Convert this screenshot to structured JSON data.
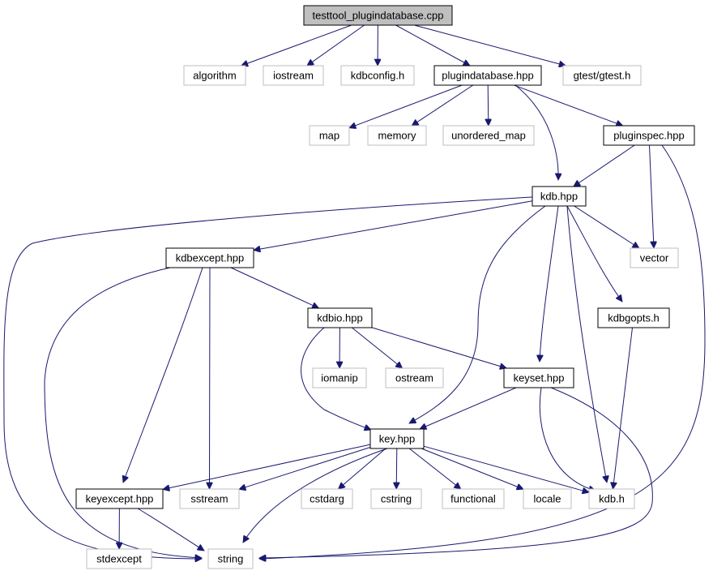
{
  "graph": {
    "colors": {
      "edge": "#191970",
      "root_fill": "#bfbfbf",
      "root_border": "#000000",
      "local_border": "#000000",
      "external_border": "#bfbfbf",
      "label": "#000000"
    },
    "nodes": [
      {
        "id": "root",
        "label": "testtool_plugindatabase.cpp",
        "kind": "root"
      },
      {
        "id": "algorithm",
        "label": "algorithm",
        "kind": "external"
      },
      {
        "id": "iostream",
        "label": "iostream",
        "kind": "external"
      },
      {
        "id": "kdbconfig",
        "label": "kdbconfig.h",
        "kind": "external"
      },
      {
        "id": "plugindatabase",
        "label": "plugindatabase.hpp",
        "kind": "local"
      },
      {
        "id": "gtest",
        "label": "gtest/gtest.h",
        "kind": "external"
      },
      {
        "id": "map",
        "label": "map",
        "kind": "external"
      },
      {
        "id": "memory",
        "label": "memory",
        "kind": "external"
      },
      {
        "id": "unordered_map",
        "label": "unordered_map",
        "kind": "external"
      },
      {
        "id": "pluginspec",
        "label": "pluginspec.hpp",
        "kind": "local"
      },
      {
        "id": "kdbhpp",
        "label": "kdb.hpp",
        "kind": "local"
      },
      {
        "id": "kdbexcept",
        "label": "kdbexcept.hpp",
        "kind": "local"
      },
      {
        "id": "vector",
        "label": "vector",
        "kind": "external"
      },
      {
        "id": "kdbio",
        "label": "kdbio.hpp",
        "kind": "local"
      },
      {
        "id": "kdbgopts",
        "label": "kdbgopts.h",
        "kind": "local"
      },
      {
        "id": "iomanip",
        "label": "iomanip",
        "kind": "external"
      },
      {
        "id": "ostream",
        "label": "ostream",
        "kind": "external"
      },
      {
        "id": "keyset",
        "label": "keyset.hpp",
        "kind": "local"
      },
      {
        "id": "key",
        "label": "key.hpp",
        "kind": "local"
      },
      {
        "id": "keyexcept",
        "label": "keyexcept.hpp",
        "kind": "local"
      },
      {
        "id": "sstream",
        "label": "sstream",
        "kind": "external"
      },
      {
        "id": "cstdarg",
        "label": "cstdarg",
        "kind": "external"
      },
      {
        "id": "cstring",
        "label": "cstring",
        "kind": "external"
      },
      {
        "id": "functional",
        "label": "functional",
        "kind": "external"
      },
      {
        "id": "locale",
        "label": "locale",
        "kind": "external"
      },
      {
        "id": "kdbh",
        "label": "kdb.h",
        "kind": "external"
      },
      {
        "id": "stdexcept",
        "label": "stdexcept",
        "kind": "external"
      },
      {
        "id": "string",
        "label": "string",
        "kind": "external"
      }
    ],
    "edges": [
      {
        "from": "root",
        "to": "algorithm"
      },
      {
        "from": "root",
        "to": "iostream"
      },
      {
        "from": "root",
        "to": "kdbconfig"
      },
      {
        "from": "root",
        "to": "plugindatabase"
      },
      {
        "from": "root",
        "to": "gtest"
      },
      {
        "from": "plugindatabase",
        "to": "map"
      },
      {
        "from": "plugindatabase",
        "to": "memory"
      },
      {
        "from": "plugindatabase",
        "to": "unordered_map"
      },
      {
        "from": "plugindatabase",
        "to": "pluginspec"
      },
      {
        "from": "plugindatabase",
        "to": "kdbhpp"
      },
      {
        "from": "pluginspec",
        "to": "kdbhpp"
      },
      {
        "from": "pluginspec",
        "to": "vector"
      },
      {
        "from": "pluginspec",
        "to": "string"
      },
      {
        "from": "kdbhpp",
        "to": "kdbexcept"
      },
      {
        "from": "kdbhpp",
        "to": "vector"
      },
      {
        "from": "kdbhpp",
        "to": "string"
      },
      {
        "from": "kdbhpp",
        "to": "kdbgopts"
      },
      {
        "from": "kdbhpp",
        "to": "keyset"
      },
      {
        "from": "kdbhpp",
        "to": "key"
      },
      {
        "from": "kdbhpp",
        "to": "kdbh"
      },
      {
        "from": "kdbexcept",
        "to": "kdbio"
      },
      {
        "from": "kdbexcept",
        "to": "keyexcept"
      },
      {
        "from": "kdbexcept",
        "to": "sstream"
      },
      {
        "from": "kdbexcept",
        "to": "string"
      },
      {
        "from": "kdbio",
        "to": "iomanip"
      },
      {
        "from": "kdbio",
        "to": "ostream"
      },
      {
        "from": "kdbio",
        "to": "keyset"
      },
      {
        "from": "kdbio",
        "to": "key"
      },
      {
        "from": "kdbgopts",
        "to": "kdbh"
      },
      {
        "from": "keyset",
        "to": "key"
      },
      {
        "from": "keyset",
        "to": "kdbh"
      },
      {
        "from": "keyset",
        "to": "string"
      },
      {
        "from": "key",
        "to": "keyexcept"
      },
      {
        "from": "key",
        "to": "sstream"
      },
      {
        "from": "key",
        "to": "cstdarg"
      },
      {
        "from": "key",
        "to": "cstring"
      },
      {
        "from": "key",
        "to": "functional"
      },
      {
        "from": "key",
        "to": "locale"
      },
      {
        "from": "key",
        "to": "kdbh"
      },
      {
        "from": "key",
        "to": "string"
      },
      {
        "from": "keyexcept",
        "to": "stdexcept"
      },
      {
        "from": "keyexcept",
        "to": "string"
      }
    ]
  }
}
